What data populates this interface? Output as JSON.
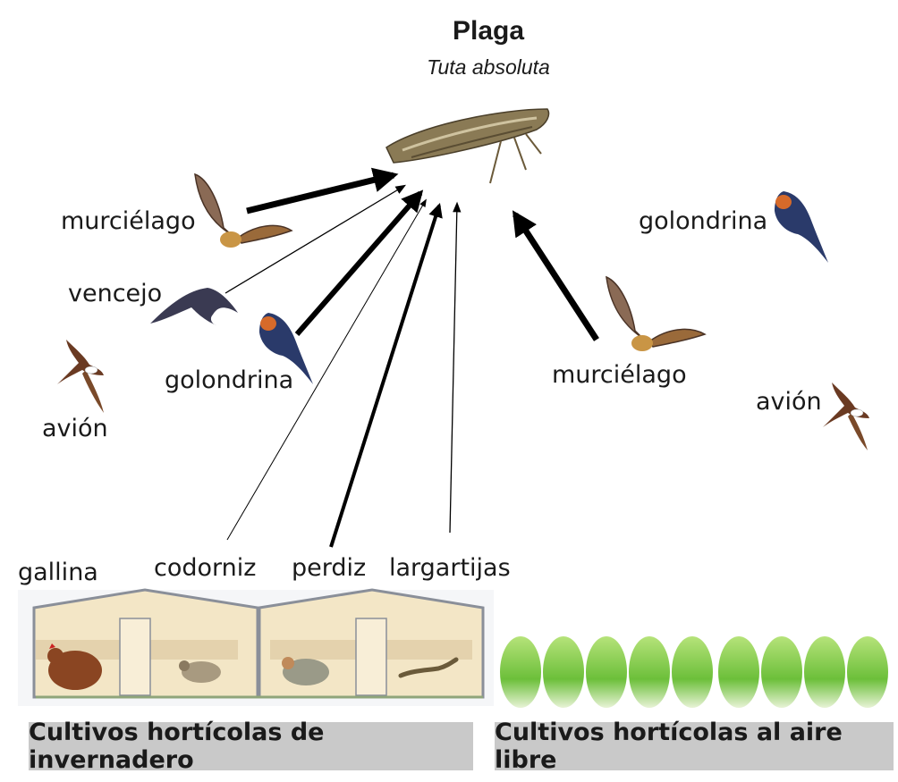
{
  "title": "Plaga",
  "subtitle": "Tuta absoluta",
  "predators": {
    "murcielago_left": "murciélago",
    "vencejo": "vencejo",
    "golondrina_left": "golondrina",
    "avion_left": "avión",
    "murcielago_right": "murciélago",
    "golondrina_right": "golondrina",
    "avion_right": "avión"
  },
  "ground_predators": {
    "gallina": "gallina",
    "codorniz": "codorniz",
    "perdiz": "perdiz",
    "largartijas": "largartijas"
  },
  "crops": {
    "greenhouse": "Cultivos hortícolas de invernadero",
    "outdoor": "Cultivos hortícolas al aire libre"
  },
  "colors": {
    "arrow": "#000000",
    "band": "#c9c9c9",
    "greenhouse_wall": "#f3e6c6",
    "lettuce": "#7cc242"
  }
}
